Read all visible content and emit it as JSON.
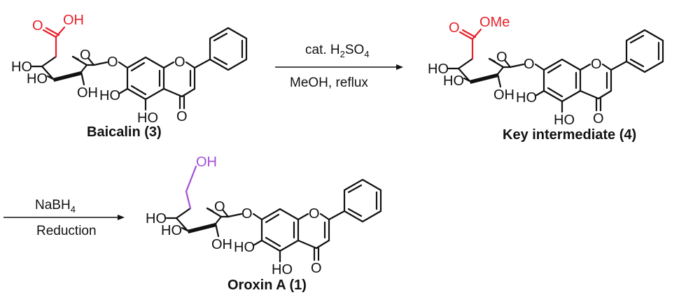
{
  "colors": {
    "ink": "#111111",
    "acid_group": "#e8202a",
    "ester_group": "#e8202a",
    "alcohol_group": "#a44fd6"
  },
  "compounds": {
    "baicalin": {
      "label": "Baicalin (3)",
      "group_o": "O",
      "group_oh": "OH",
      "ho_4": "HO",
      "ho_3": "HO",
      "oh_2": "OH",
      "ring_o": "O",
      "link_o": "O",
      "flavone_o": "O",
      "ho_6": "HO",
      "ho_5": "HO",
      "keto_o": "O"
    },
    "intermediate": {
      "label": "Key intermediate (4)",
      "group_o": "O",
      "group_ome": "OMe",
      "ho_4": "HO",
      "ho_3": "HO",
      "oh_2": "OH",
      "ring_o": "O",
      "link_o": "O",
      "flavone_o": "O",
      "ho_6": "HO",
      "ho_5": "HO",
      "keto_o": "O"
    },
    "oroxin": {
      "label": "Oroxin A (1)",
      "group_oh": "OH",
      "ho_4": "HO",
      "ho_3": "HO",
      "oh_2": "OH",
      "ring_o": "O",
      "link_o": "O",
      "flavone_o": "O",
      "ho_6": "HO",
      "ho_5": "HO",
      "keto_o": "O"
    }
  },
  "reactions": {
    "step1": {
      "reagent_prefix": "cat. H",
      "reagent_sub1": "2",
      "reagent_mid": "SO",
      "reagent_sub2": "4",
      "conditions": "MeOH, reflux"
    },
    "step2": {
      "reagent_prefix": "NaBH",
      "reagent_sub": "4",
      "conditions": "Reduction"
    }
  }
}
